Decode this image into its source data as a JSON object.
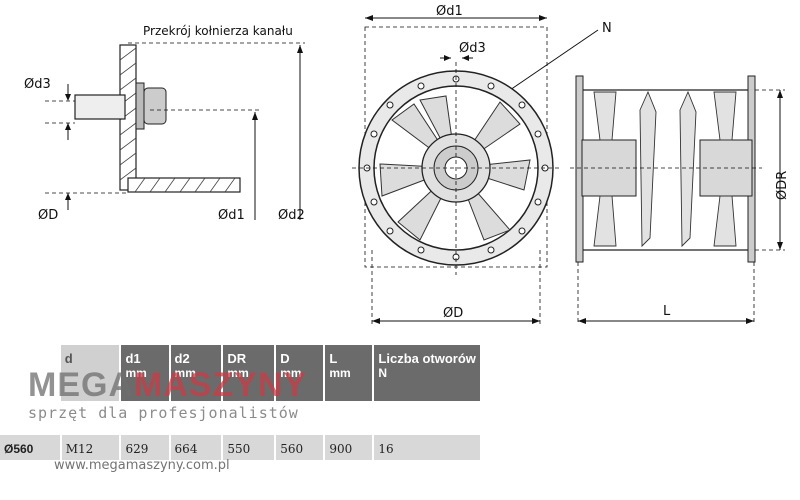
{
  "diagram": {
    "flange_caption": "Przekrój kołnierza kanału",
    "labels": {
      "d3": "Ød3",
      "d": "ØD",
      "d1": "Ød1",
      "d2": "Ød2",
      "n": "N",
      "dr": "ØDR",
      "l": "L"
    }
  },
  "table": {
    "headers": [
      {
        "main": "d",
        "sub": ""
      },
      {
        "main": "d1",
        "sub": "mm"
      },
      {
        "main": "d2",
        "sub": "mm"
      },
      {
        "main": "DR",
        "sub": "mm"
      },
      {
        "main": "D",
        "sub": "mm"
      },
      {
        "main": "L",
        "sub": "mm"
      },
      {
        "main": "Liczba otworów",
        "sub": "N"
      }
    ],
    "row": {
      "model": "Ø560",
      "d": "M12",
      "d1": "629",
      "d2": "664",
      "dr": "550",
      "D": "560",
      "L": "900",
      "N": "16"
    }
  },
  "watermark": {
    "brand_a": "MEGA",
    "brand_b": "MASZYNY",
    "tagline": "sprzęt dla profesjonalistów",
    "url": "www.megamaszyny.com.pl"
  }
}
